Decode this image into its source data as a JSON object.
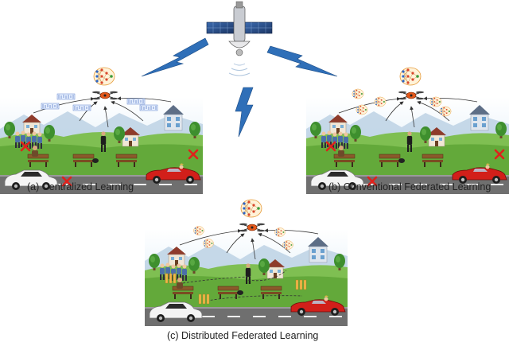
{
  "captions": {
    "a": "(a) Centralized Learning",
    "b": "(b) Conventional Federated Learning",
    "c": "(c) Distributed Federated Learning"
  },
  "colors": {
    "sky": "#dfeef8",
    "grass": "#63a93a",
    "road": "#6f6f6f",
    "lightning": "#2f6fb8",
    "drone": "#e2581b",
    "red_x": "#e0211c",
    "satellite_panel": "#2c4f86"
  },
  "icons": [
    "satellite-icon",
    "lightning-icon",
    "drone-icon",
    "neural-network-icon",
    "car-icon",
    "house-icon",
    "person-icon",
    "bench-icon",
    "tree-icon",
    "red-cross-icon"
  ]
}
